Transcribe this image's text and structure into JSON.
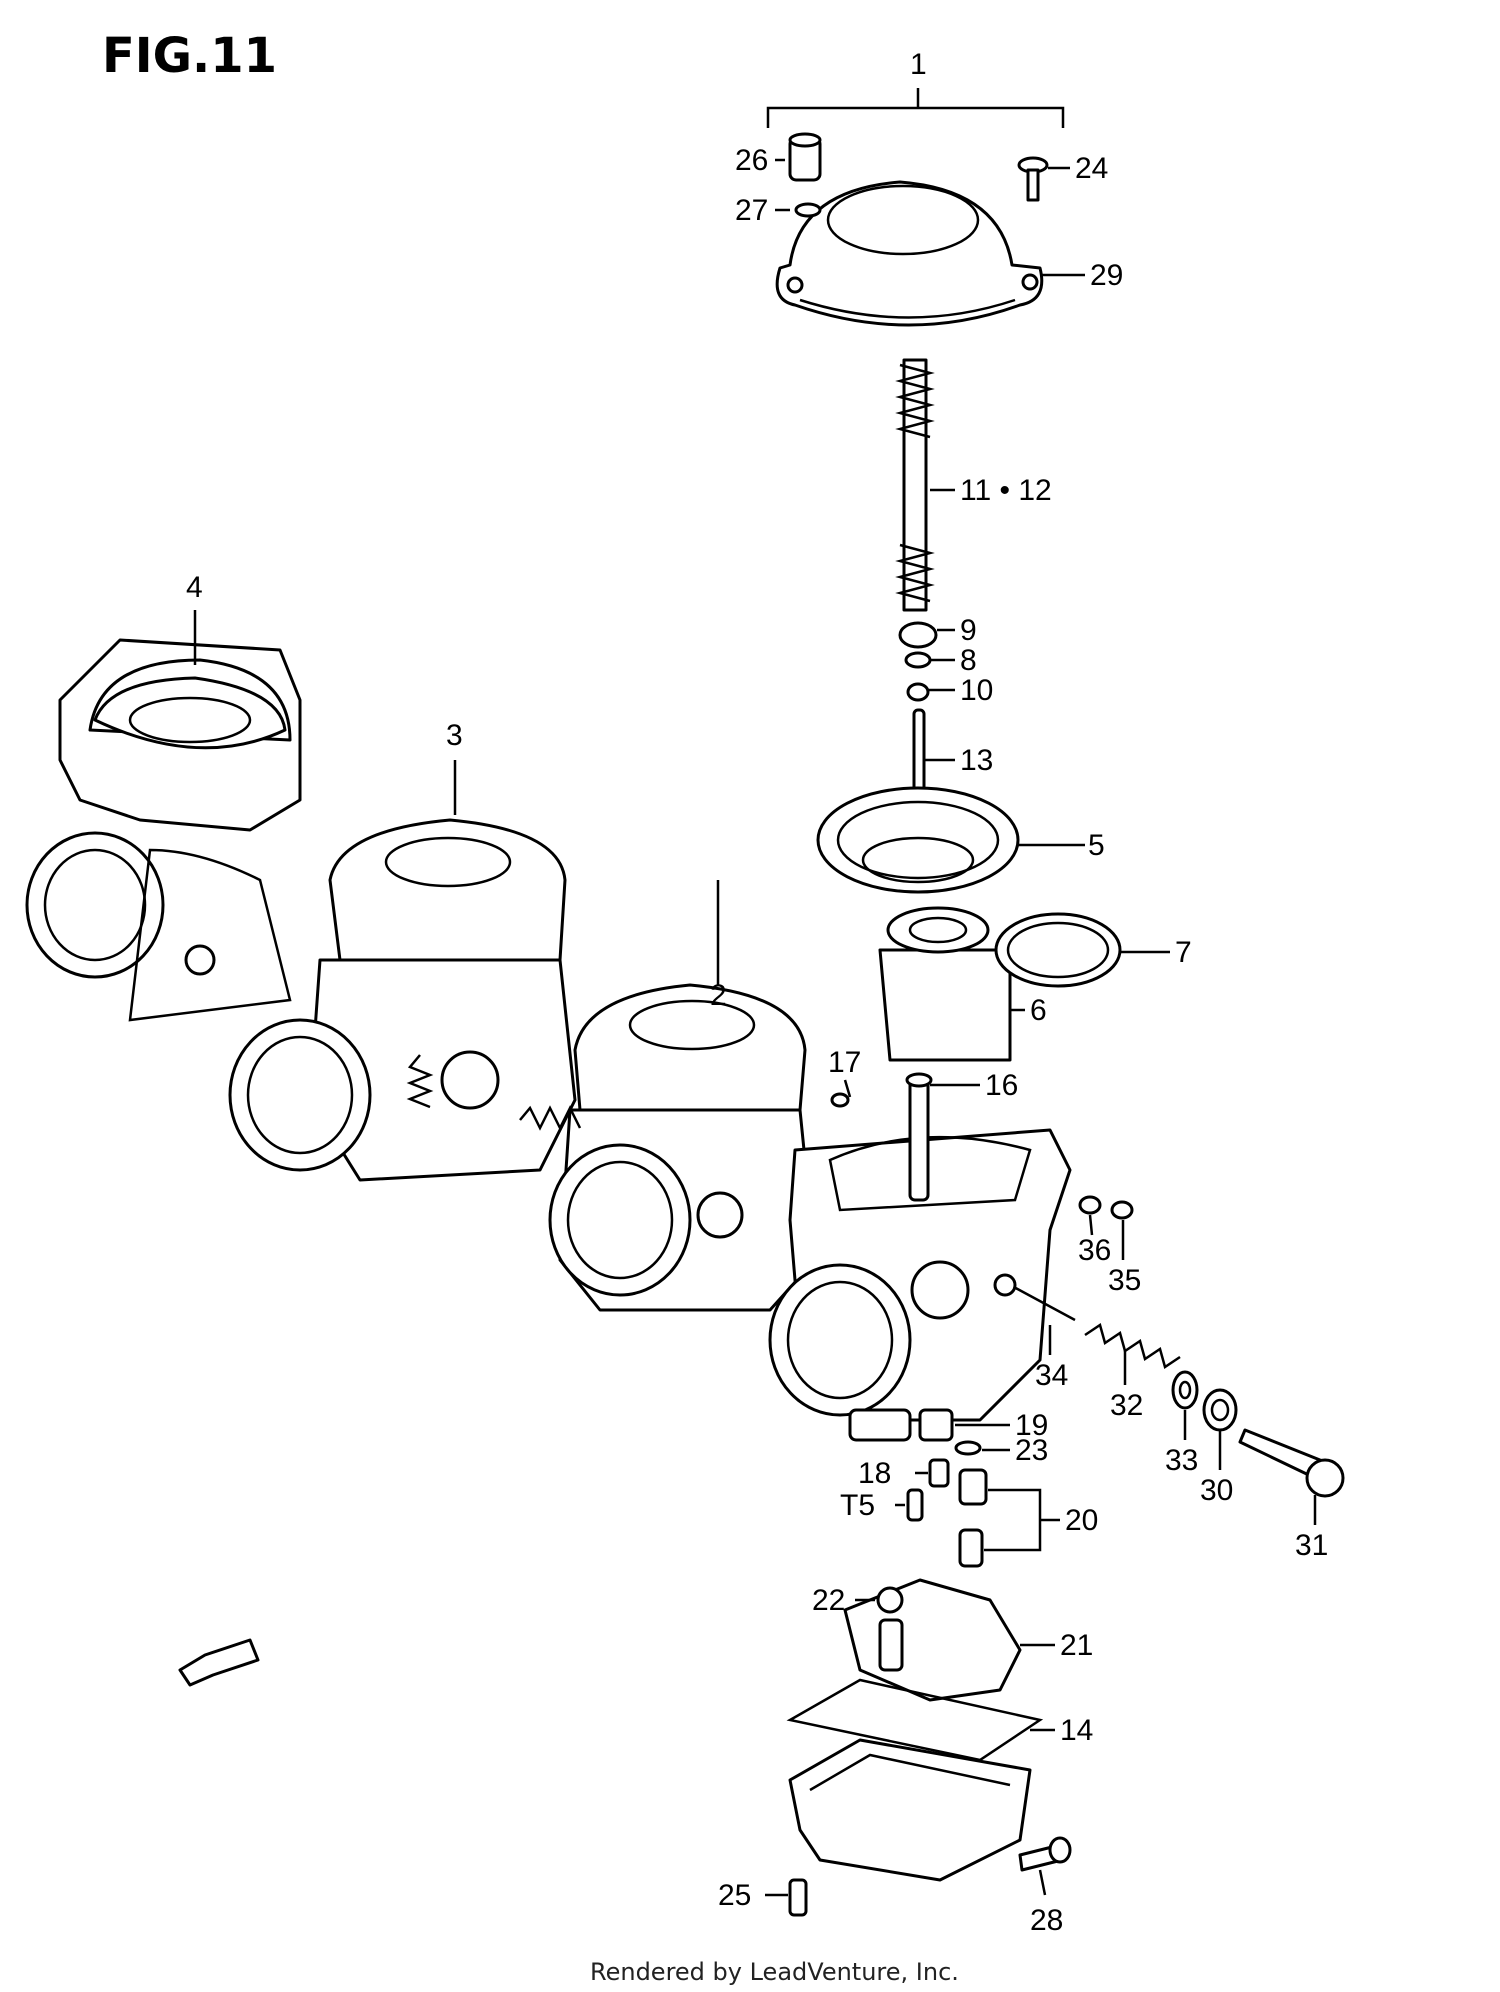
{
  "figure": {
    "title": "FIG.11"
  },
  "callouts": {
    "c1": "1",
    "c2": "2",
    "c3": "3",
    "c4": "4",
    "c5": "5",
    "c6": "6",
    "c7": "7",
    "c8": "8",
    "c9": "9",
    "c10": "10",
    "c11_12": "11 • 12",
    "c13": "13",
    "c14": "14",
    "c15": "T5",
    "c16": "16",
    "c17": "17",
    "c18": "18",
    "c19": "19",
    "c20": "20",
    "c21": "21",
    "c22": "22",
    "c23": "23",
    "c24": "24",
    "c25": "25",
    "c26": "26",
    "c27": "27",
    "c28": "28",
    "c29": "29",
    "c30": "30",
    "c31": "31",
    "c32": "32",
    "c33": "33",
    "c34": "34",
    "c35": "35",
    "c36": "36"
  },
  "footer": {
    "rendered_by": "Rendered by LeadVenture, Inc."
  }
}
